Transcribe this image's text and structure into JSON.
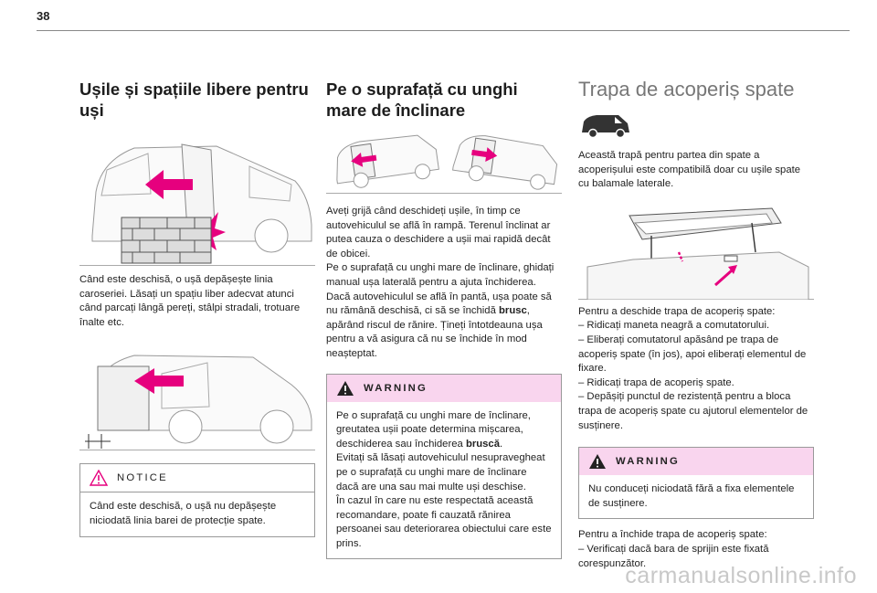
{
  "page_number": "38",
  "col1": {
    "title": "Ușile și spațiile libere pentru uși",
    "para1": "Când este deschisă, o ușă depășește linia caroseriei. Lăsați un spațiu liber adecvat atunci când parcați lângă pereți, stâlpi stradali, trotuare înalte etc.",
    "notice": {
      "label": "NOTICE",
      "text": "Când este deschisă, o ușă nu depășește niciodată linia barei de protecție spate."
    }
  },
  "col2": {
    "title": "Pe o suprafață cu unghi mare de înclinare",
    "para1": "Aveți grijă când deschideți ușile, în timp ce autovehiculul se află în rampă. Terenul înclinat ar putea cauza o deschidere a ușii mai rapidă decât de obicei.",
    "para2": "Pe o suprafață cu unghi mare de înclinare, ghidați manual ușa laterală pentru a ajuta închiderea.",
    "para3_a": "Dacă autovehiculul se află în pantă, ușa poate să nu rămână deschisă, ci să se închidă ",
    "para3_b": "brusc",
    "para3_c": ", apărând riscul de rănire. Țineți întotdeauna ușa pentru a vă asigura că nu se închide în mod neașteptat.",
    "warning": {
      "label": "WARNING",
      "line1_a": "Pe o suprafață cu unghi mare de înclinare, greutatea ușii poate determina mișcarea, deschiderea sau închiderea ",
      "line1_b": "bruscă",
      "line1_c": ".",
      "line2": "Evitați să lăsați autovehiculul nesupravegheat pe o suprafață cu unghi mare de înclinare dacă are una sau mai multe uși deschise.",
      "line3": "În cazul în care nu este respectată această recomandare, poate fi cauzată rănirea persoanei sau deteriorarea obiectului care este prins."
    }
  },
  "col3": {
    "title": "Trapa de acoperiș spate",
    "intro": "Această trapă pentru partea din spate a acoperișului este compatibilă doar cu ușile spate cu balamale laterale.",
    "open_title": "Pentru a deschide trapa de acoperiș spate:",
    "open_steps": [
      "– Ridicați maneta neagră a comutatorului.",
      "– Eliberați comutatorul apăsând pe trapa de acoperiș spate (în jos), apoi eliberați elementul de fixare.",
      "– Ridicați trapa de acoperiș spate.",
      "– Depășiți punctul de rezistență pentru a bloca trapa de acoperiș spate cu ajutorul elementelor de susținere."
    ],
    "warning": {
      "label": "WARNING",
      "text": "Nu conduceți niciodată fără a fixa elementele de susținere."
    },
    "close_title": "Pentru a închide trapa de acoperiș spate:",
    "close_step": "– Verificați dacă bara de sprijin este fixată corespunzător."
  },
  "watermark": "carmanualsonline.info",
  "colors": {
    "accent": "#e6007e",
    "warning_bg": "#f9d5ee"
  }
}
